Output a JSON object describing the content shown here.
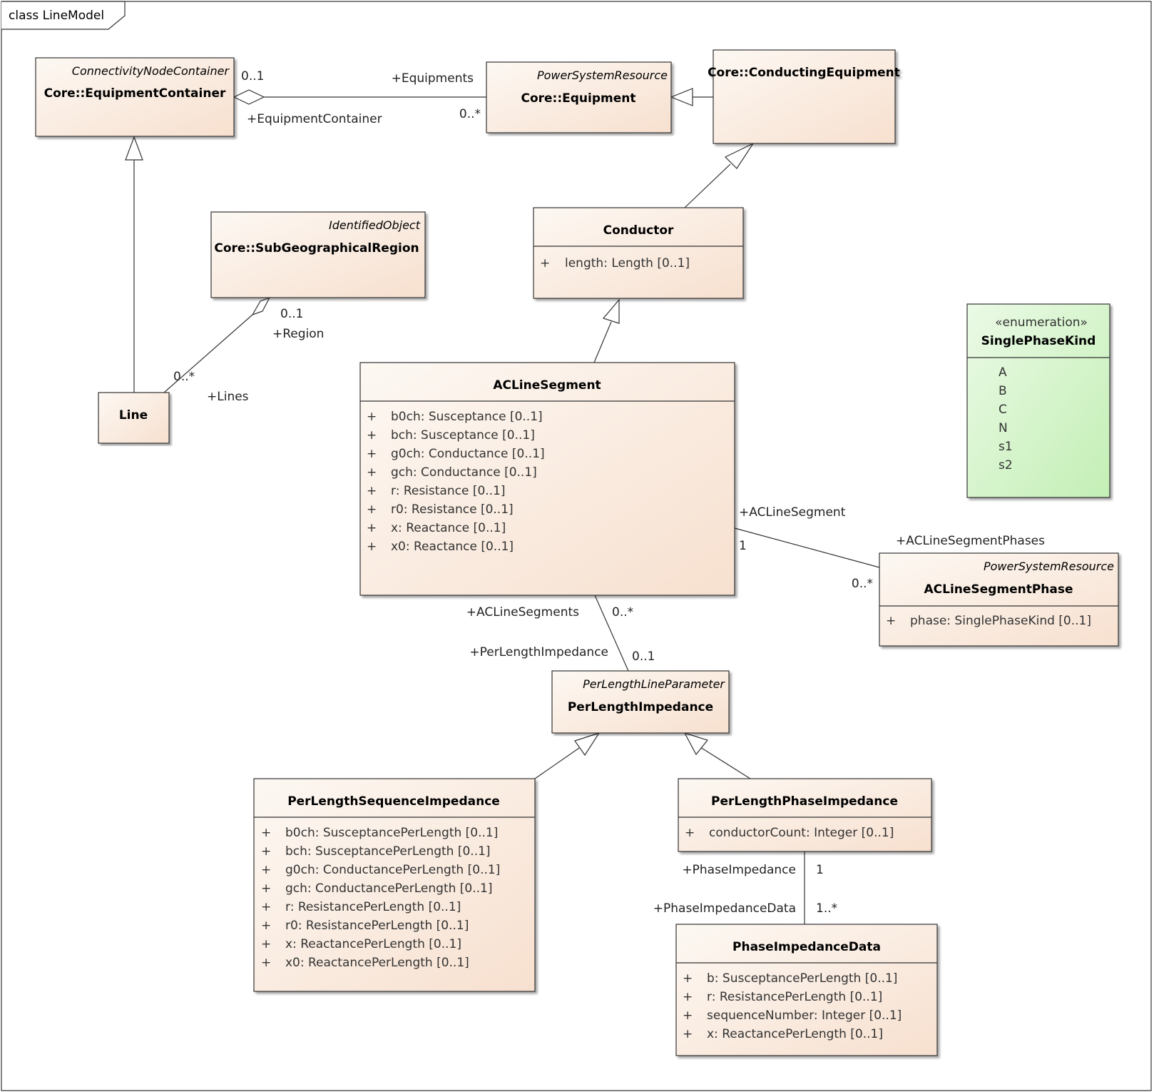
{
  "frame_title": "class LineModel",
  "classes": {
    "equipment_container": {
      "stereotype": "ConnectivityNodeContainer",
      "name": "Core::EquipmentContainer"
    },
    "equipment": {
      "stereotype": "PowerSystemResource",
      "name": "Core::Equipment"
    },
    "conducting_equipment": {
      "name": "Core::ConductingEquipment"
    },
    "sub_geographical_region": {
      "stereotype": "IdentifiedObject",
      "name": "Core::SubGeographicalRegion"
    },
    "conductor": {
      "name": "Conductor",
      "attributes": [
        {
          "vis": "+",
          "text": "length: Length [0..1]"
        }
      ]
    },
    "line": {
      "name": "Line"
    },
    "single_phase_kind": {
      "stereotype": "«enumeration»",
      "name": "SinglePhaseKind",
      "literals": [
        "A",
        "B",
        "C",
        "N",
        "s1",
        "s2"
      ]
    },
    "ac_line_segment": {
      "name": "ACLineSegment",
      "attributes": [
        {
          "vis": "+",
          "text": "b0ch: Susceptance [0..1]"
        },
        {
          "vis": "+",
          "text": "bch: Susceptance [0..1]"
        },
        {
          "vis": "+",
          "text": "g0ch: Conductance [0..1]"
        },
        {
          "vis": "+",
          "text": "gch: Conductance [0..1]"
        },
        {
          "vis": "+",
          "text": "r: Resistance [0..1]"
        },
        {
          "vis": "+",
          "text": "r0: Resistance [0..1]"
        },
        {
          "vis": "+",
          "text": "x: Reactance [0..1]"
        },
        {
          "vis": "+",
          "text": "x0: Reactance [0..1]"
        }
      ]
    },
    "ac_line_segment_phase": {
      "stereotype": "PowerSystemResource",
      "name": "ACLineSegmentPhase",
      "attributes": [
        {
          "vis": "+",
          "text": "phase: SinglePhaseKind [0..1]"
        }
      ]
    },
    "per_length_impedance": {
      "stereotype": "PerLengthLineParameter",
      "name": "PerLengthImpedance"
    },
    "per_length_sequence_impedance": {
      "name": "PerLengthSequenceImpedance",
      "attributes": [
        {
          "vis": "+",
          "text": "b0ch: SusceptancePerLength [0..1]"
        },
        {
          "vis": "+",
          "text": "bch: SusceptancePerLength [0..1]"
        },
        {
          "vis": "+",
          "text": "g0ch: ConductancePerLength [0..1]"
        },
        {
          "vis": "+",
          "text": "gch: ConductancePerLength [0..1]"
        },
        {
          "vis": "+",
          "text": "r: ResistancePerLength [0..1]"
        },
        {
          "vis": "+",
          "text": "r0: ResistancePerLength [0..1]"
        },
        {
          "vis": "+",
          "text": "x: ReactancePerLength [0..1]"
        },
        {
          "vis": "+",
          "text": "x0: ReactancePerLength [0..1]"
        }
      ]
    },
    "per_length_phase_impedance": {
      "name": "PerLengthPhaseImpedance",
      "attributes": [
        {
          "vis": "+",
          "text": "conductorCount: Integer [0..1]"
        }
      ]
    },
    "phase_impedance_data": {
      "name": "PhaseImpedanceData",
      "attributes": [
        {
          "vis": "+",
          "text": "b: SusceptancePerLength [0..1]"
        },
        {
          "vis": "+",
          "text": "r: ResistancePerLength [0..1]"
        },
        {
          "vis": "+",
          "text": "sequenceNumber: Integer [0..1]"
        },
        {
          "vis": "+",
          "text": "x: ReactancePerLength [0..1]"
        }
      ]
    }
  },
  "associations": {
    "container_equipment": {
      "mult_container": "0..1",
      "role_equipments": "+Equipments",
      "role_container": "+EquipmentContainer",
      "mult_equipments": "0..*"
    },
    "region_lines": {
      "mult_region": "0..1",
      "role_region": "+Region",
      "mult_lines": "0..*",
      "role_lines": "+Lines"
    },
    "segment_phases": {
      "role_segment": "+ACLineSegment",
      "mult_segment": "1",
      "role_phases": "+ACLineSegmentPhases",
      "mult_phases": "0..*"
    },
    "segment_impedance": {
      "role_segments": "+ACLineSegments",
      "mult_segments": "0..*",
      "role_impedance": "+PerLengthImpedance",
      "mult_impedance": "0..1"
    },
    "phase_impedance_data": {
      "role_phase_impedance": "+PhaseImpedance",
      "mult_phase_impedance": "1",
      "role_data": "+PhaseImpedanceData",
      "mult_data": "1..*"
    }
  },
  "colors": {
    "box_fill_light": "#fdf8f3",
    "box_fill_dark": "#f7e2d2",
    "enum_fill_light": "#e8f9e3",
    "enum_fill_dark": "#c6f0b9",
    "stroke": "#333333"
  }
}
